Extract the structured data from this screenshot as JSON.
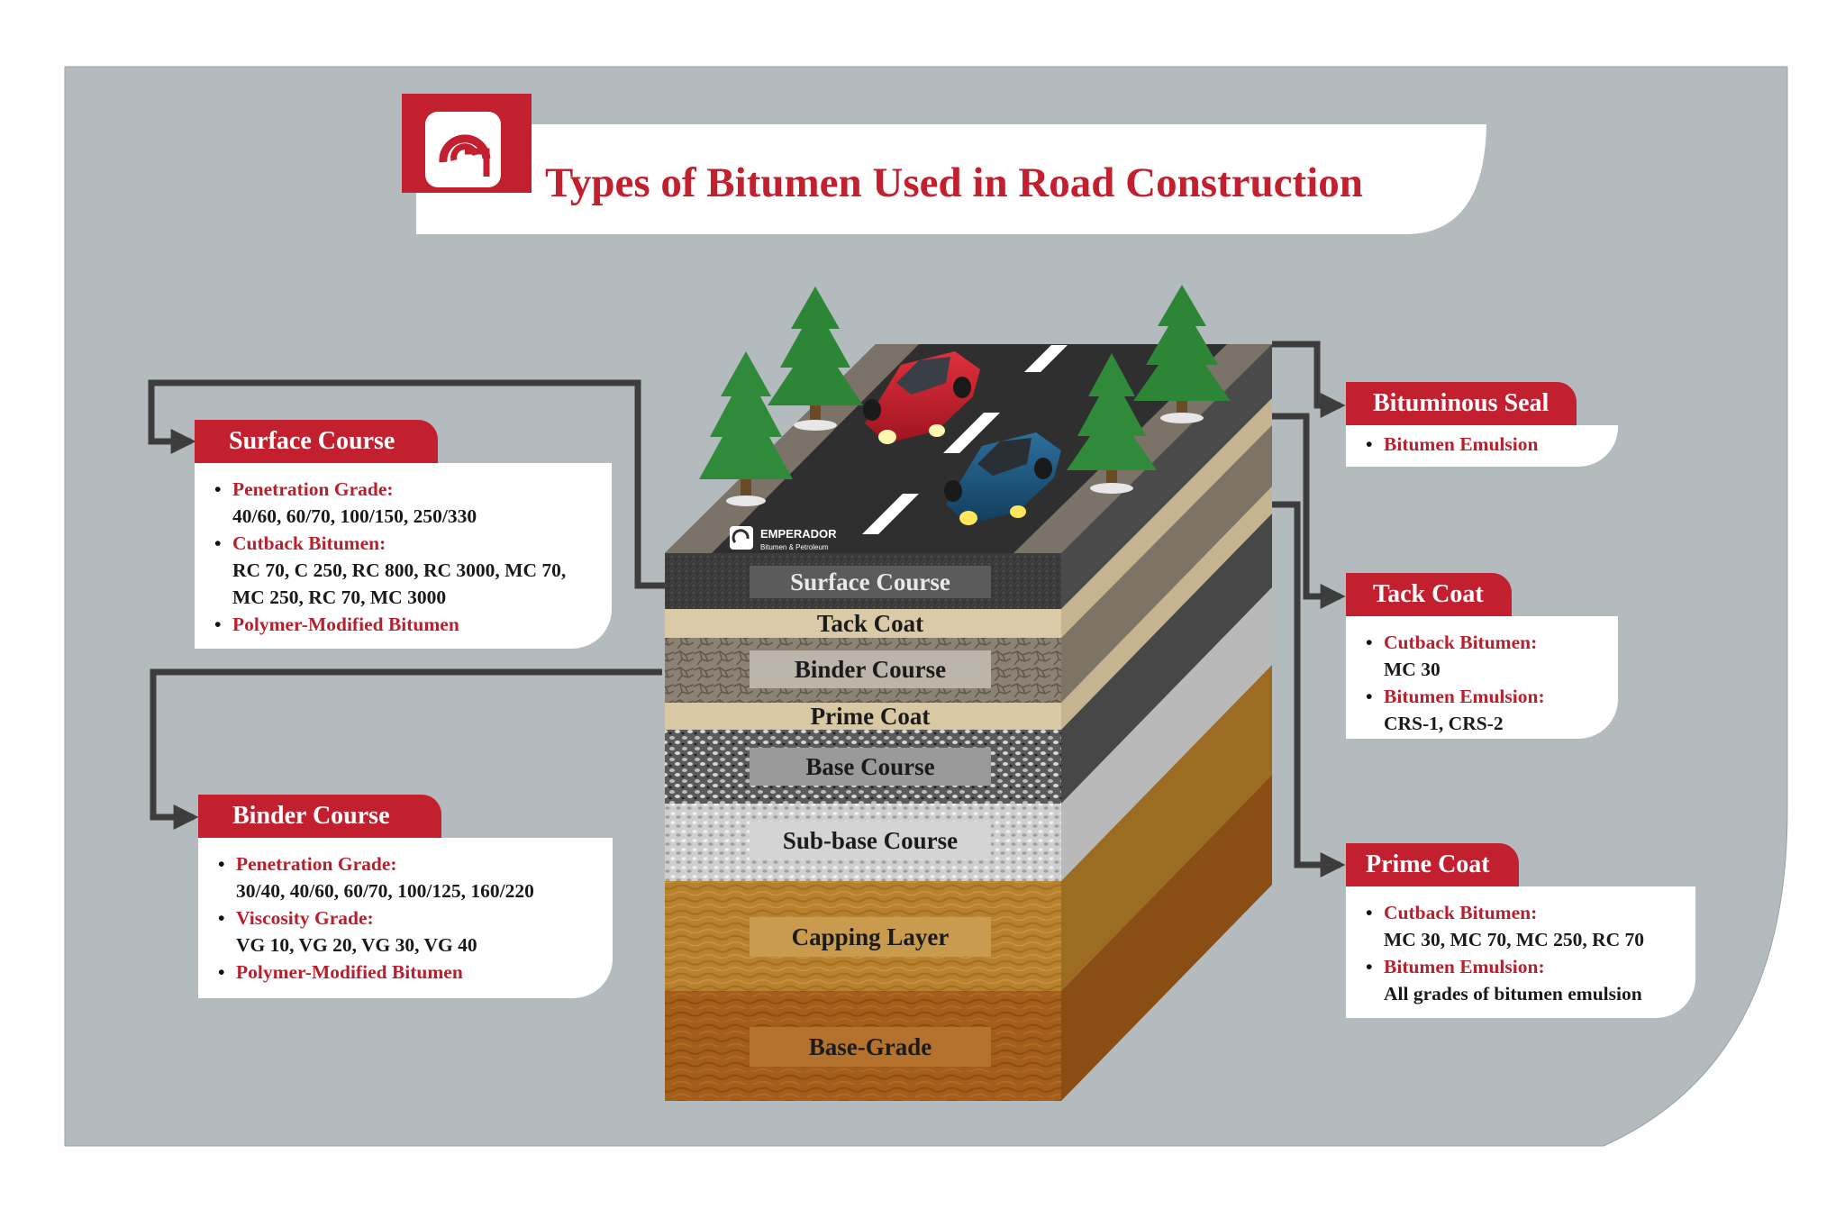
{
  "title": "Types of Bitumen Used in Road Construction",
  "brand": {
    "name": "EMPERADOR",
    "tagline": "Bitumen & Petroleum"
  },
  "colors": {
    "accent": "#c2202f",
    "panel_bg": "#b3bbbe",
    "card_bg": "#ffffff"
  },
  "layers": [
    {
      "label": "Surface Course"
    },
    {
      "label": "Tack Coat"
    },
    {
      "label": "Binder Course"
    },
    {
      "label": "Prime Coat"
    },
    {
      "label": "Base Course"
    },
    {
      "label": "Sub-base Course"
    },
    {
      "label": "Capping Layer"
    },
    {
      "label": "Base-Grade"
    }
  ],
  "callouts": {
    "surface_course": {
      "title": "Surface Course",
      "items": [
        {
          "heading": "Penetration Grade:",
          "value": "40/60, 60/70, 100/150, 250/330"
        },
        {
          "heading": "Cutback Bitumen:",
          "value": "RC 70, C 250, RC 800, RC 3000, MC 70, MC 250, RC 70, MC 3000"
        },
        {
          "heading": "Polymer-Modified Bitumen",
          "value": ""
        }
      ]
    },
    "binder_course": {
      "title": "Binder Course",
      "items": [
        {
          "heading": "Penetration Grade:",
          "value": "30/40, 40/60, 60/70, 100/125, 160/220"
        },
        {
          "heading": "Viscosity Grade:",
          "value": "VG 10, VG 20, VG 30, VG 40"
        },
        {
          "heading": "Polymer-Modified Bitumen",
          "value": ""
        }
      ]
    },
    "bituminous_seal": {
      "title": "Bituminous Seal",
      "items": [
        {
          "heading": "Bitumen Emulsion",
          "value": ""
        }
      ]
    },
    "tack_coat": {
      "title": "Tack Coat",
      "items": [
        {
          "heading": "Cutback Bitumen:",
          "value": "MC 30"
        },
        {
          "heading": "Bitumen Emulsion:",
          "value": "CRS-1, CRS-2"
        }
      ]
    },
    "prime_coat": {
      "title": "Prime Coat",
      "items": [
        {
          "heading": "Cutback Bitumen:",
          "value": "MC 30, MC 70, MC 250, RC 70"
        },
        {
          "heading": "Bitumen Emulsion:",
          "value": "All grades of bitumen emulsion"
        }
      ]
    }
  }
}
